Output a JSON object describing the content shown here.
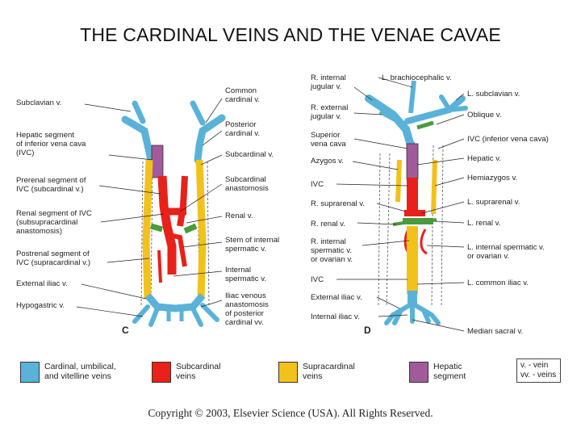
{
  "title": "THE CARDINAL VEINS AND THE VENAE CAVAE",
  "colors": {
    "cardinal": "#5bb2d8",
    "subcardinal": "#e8211a",
    "supracardinal": "#f2c21c",
    "hepatic": "#a15b9a",
    "anastomosis": "#4b9a3b"
  },
  "panel_c": {
    "letter": "C",
    "left_labels": [
      "Subclavian v.",
      "Hepatic segment\nof inferior vena cava\n(IVC)",
      "Prerenal segment of\nIVC (subcardinal v.)",
      "Renal segment of IVC\n(subsupracardinal\nanastomosis)",
      "Postrenal segment of\nIVC (supracardinal v.)",
      "External iliac v.",
      "Hypogastric v."
    ],
    "right_labels": [
      "Common\ncardinal v.",
      "Posterior\ncardinal v.",
      "Subcardinal v.",
      "Subcardinal\nanastomosis",
      "Renal v.",
      "Stem of internal\nspermatic v.",
      "Internal\nspermatic v.",
      "Iliac venous\nanastomosis\nof posterior\ncardinal vv."
    ]
  },
  "panel_d": {
    "letter": "D",
    "left_labels": [
      "R. internal\njugular v.",
      "R. external\njugular v.",
      "Superior\nvena cava",
      "Azygos v.",
      "IVC",
      "R. suprarenal v.",
      "R. renal v.",
      "R. internal\nspermatic v.\nor ovarian v.",
      "IVC",
      "External iliac v.",
      "Internal iliac v."
    ],
    "right_labels": [
      "L. brachiocephalic v.",
      "L. subclavian v.",
      "Oblique v.",
      "IVC (inferior vena cava)",
      "Hepatic v.",
      "Hemiazygos v.",
      "L. suprarenal v.",
      "L. renal v.",
      "L. internal spermatic v.\nor ovarian v.",
      "L. common iliac v.",
      "Median sacral v."
    ]
  },
  "legend": [
    {
      "label": "Cardinal, umbilical,\nand vitelline veins",
      "color": "#5bb2d8"
    },
    {
      "label": "Subcardinal\nveins",
      "color": "#e8211a"
    },
    {
      "label": "Supracardinal\nveins",
      "color": "#f2c21c"
    },
    {
      "label": "Hepatic\nsegment",
      "color": "#a15b9a"
    }
  ],
  "key_text": "v. - vein\nvv. - veins",
  "copyright": "Copyright © 2003, Elsevier Science (USA). All Rights Reserved."
}
